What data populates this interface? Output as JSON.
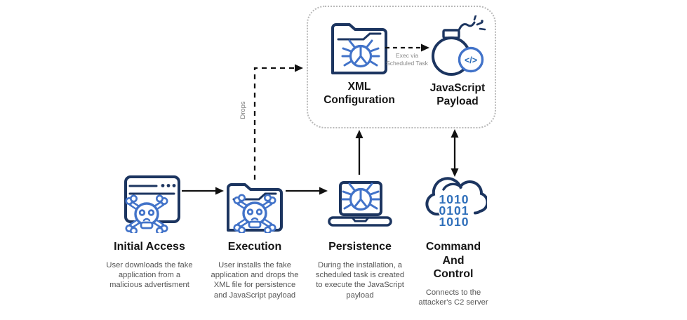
{
  "colors": {
    "icon_navy": "#1c3560",
    "icon_blue": "#4273c9",
    "binary_blue": "#2f6fba",
    "heading_text": "#161616",
    "body_text": "#555555",
    "muted_text": "#8a8a8a",
    "arrow": "#111111",
    "box_border": "#b8b8b8",
    "background": "#ffffff"
  },
  "top_box": {
    "xml_label": "XML Configuration",
    "js_label": "JavaScript Payload",
    "exec_arrow_label": "Exec via\nScheduled Task"
  },
  "drops_label": "Drops",
  "stages": [
    {
      "title": "Initial Access",
      "description": "User downloads the fake application from a malicious advertisment"
    },
    {
      "title": "Execution",
      "description": "User installs the fake application and drops the XML file for persistence and JavaScript payload"
    },
    {
      "title": "Persistence",
      "description": "During the installation, a scheduled task is created to execute the JavaScript payload"
    },
    {
      "title": "Command And Control",
      "description": "Connects to the attacker's C2 server"
    }
  ],
  "icons": {
    "binary_row1": "1010",
    "binary_row2": "0101",
    "binary_row3": "1010",
    "code_badge": "</>"
  }
}
